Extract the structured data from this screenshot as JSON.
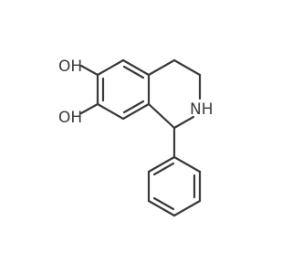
{
  "molecule": {
    "atoms": {
      "oh_top": "OH",
      "oh_bottom": "OH",
      "nh": "NH"
    }
  }
}
